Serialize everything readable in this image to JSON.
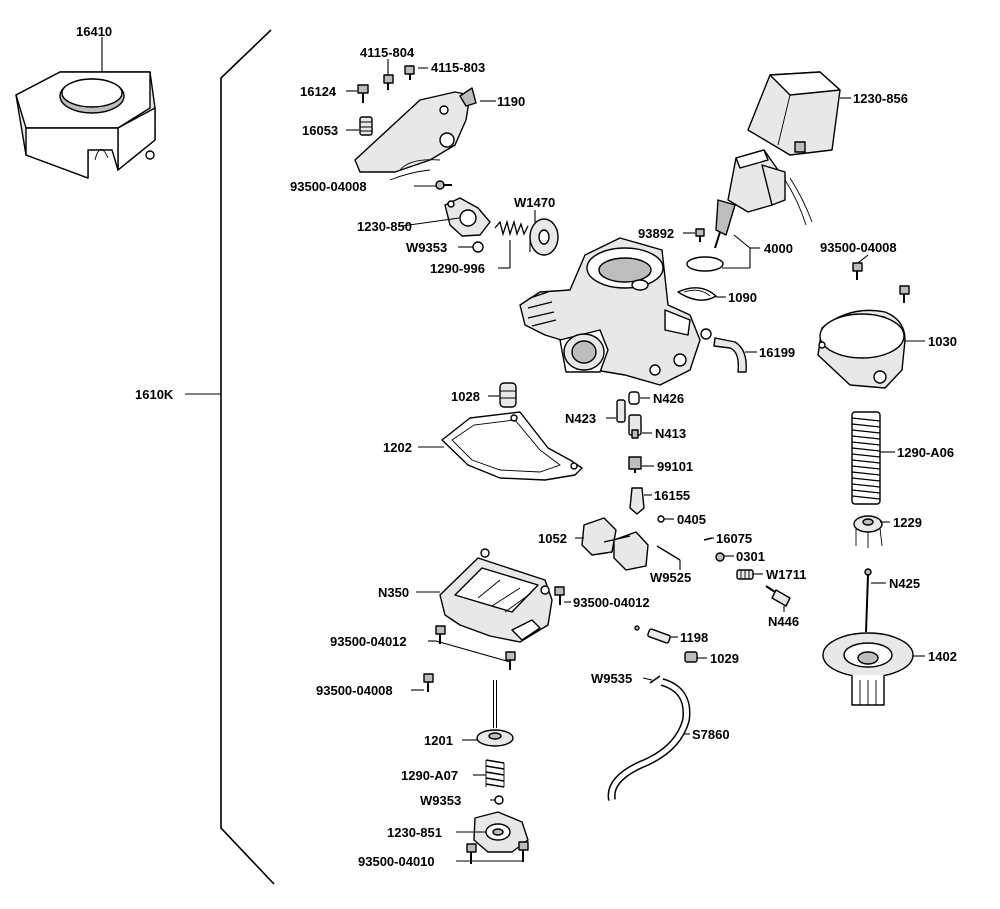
{
  "labels": {
    "l16410": "16410",
    "l4115_804": "4115-804",
    "l4115_803": "4115-803",
    "l16124": "16124",
    "l1190": "1190",
    "l16053": "16053",
    "l93500_04008_a": "93500-04008",
    "lW1470": "W1470",
    "l1230_850": "1230-850",
    "lW9353_a": "W9353",
    "l1290_996": "1290-996",
    "l1230_856": "1230-856",
    "l93892": "93892",
    "l4000": "4000",
    "l93500_04008_b": "93500-04008",
    "l1090": "1090",
    "l1030": "1030",
    "l16199": "16199",
    "l1610K": "1610K",
    "l1028": "1028",
    "lN426": "N426",
    "lN423": "N423",
    "lN413": "N413",
    "l1202": "1202",
    "l99101": "99101",
    "l1290_A06": "1290-A06",
    "l16155": "16155",
    "l0405": "0405",
    "l1229": "1229",
    "l1052": "1052",
    "l16075": "16075",
    "l0301": "0301",
    "lW9525": "W9525",
    "lW1711": "W1711",
    "lN425": "N425",
    "lN350": "N350",
    "l93500_04012_a": "93500-04012",
    "lN446": "N446",
    "l93500_04012_b": "93500-04012",
    "l1198": "1198",
    "l1029": "1029",
    "l1402": "1402",
    "l93500_04008_c": "93500-04008",
    "lW9535": "W9535",
    "l1201": "1201",
    "lS7860": "S7860",
    "l1290_A07": "1290-A07",
    "lW9353_b": "W9353",
    "l1230_851": "1230-851",
    "l93500_04010": "93500-04010"
  }
}
